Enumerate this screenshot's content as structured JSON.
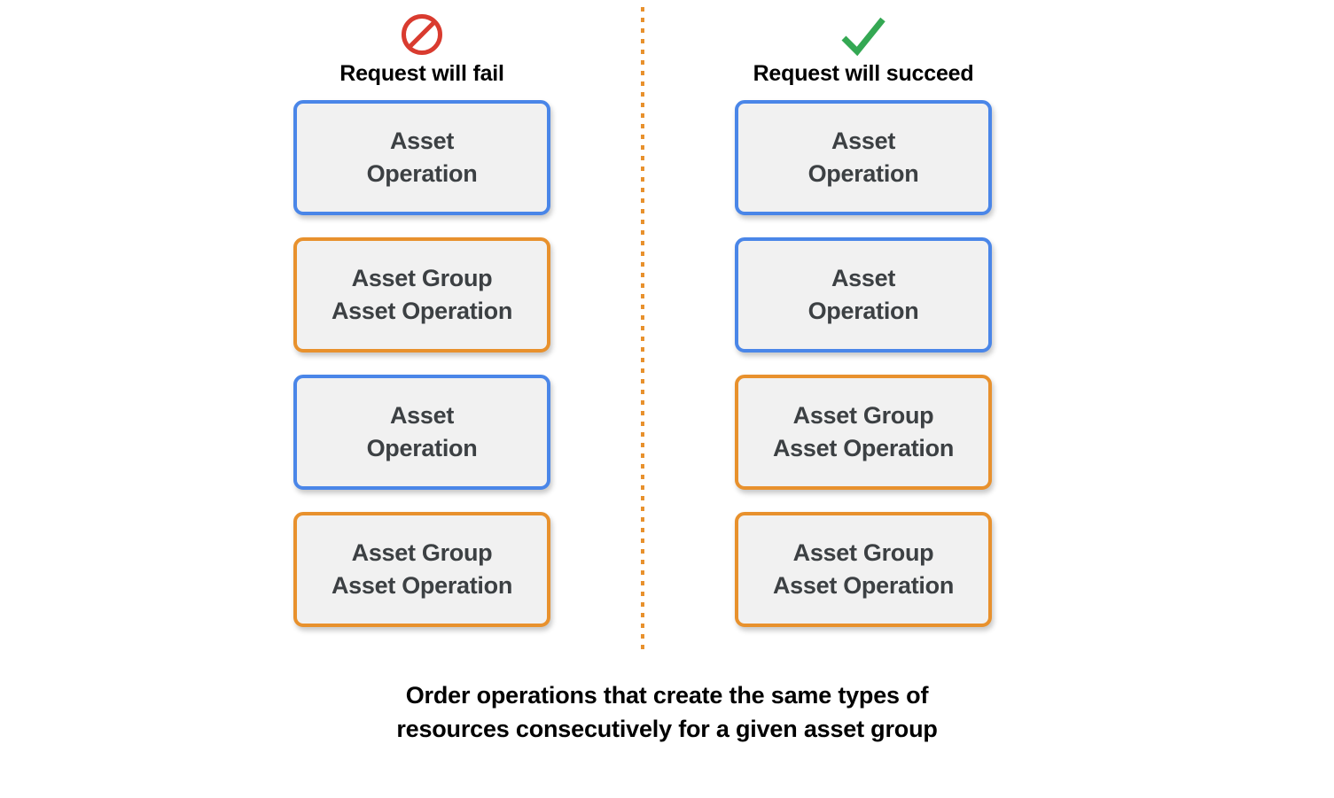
{
  "diagram": {
    "background_color": "#ffffff",
    "caption": "Order operations that create the same types of\nresources consecutively for a given asset group",
    "divider": {
      "icon_name": "vertical-dotted-divider",
      "color": "#e8912d",
      "style": "dotted"
    },
    "colors": {
      "blue_accent": "#4a86e8",
      "orange_accent": "#e8912d",
      "card_fill": "#f1f1f1",
      "card_text": "#3c4043",
      "fail_icon": "#d93b2f",
      "succeed_icon": "#34a853"
    },
    "columns": [
      {
        "id": "fail",
        "header": {
          "label": "Request will fail",
          "icon_name": "prohibition-icon",
          "icon_color": "#d93b2f"
        },
        "cards": [
          {
            "text": "Asset\nOperation",
            "accent": "blue"
          },
          {
            "text": "Asset Group\nAsset Operation",
            "accent": "orange"
          },
          {
            "text": "Asset\nOperation",
            "accent": "blue"
          },
          {
            "text": "Asset Group\nAsset Operation",
            "accent": "orange"
          }
        ]
      },
      {
        "id": "succeed",
        "header": {
          "label": "Request will succeed",
          "icon_name": "checkmark-icon",
          "icon_color": "#34a853"
        },
        "cards": [
          {
            "text": "Asset\nOperation",
            "accent": "blue"
          },
          {
            "text": "Asset\nOperation",
            "accent": "blue"
          },
          {
            "text": "Asset Group\nAsset Operation",
            "accent": "orange"
          },
          {
            "text": "Asset Group\nAsset Operation",
            "accent": "orange"
          }
        ]
      }
    ]
  }
}
